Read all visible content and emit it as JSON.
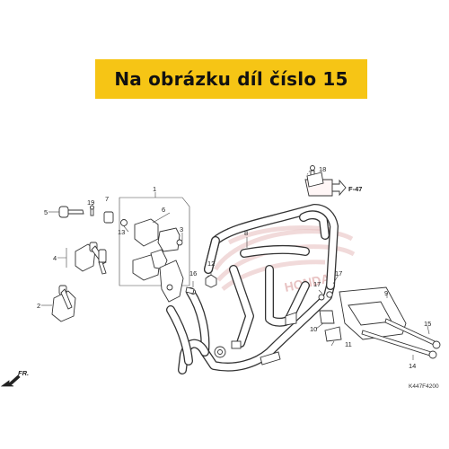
{
  "banner": {
    "text": "Na obrázku díl číslo 15",
    "color": "#f6c515"
  },
  "watermark": {
    "text": "HONDA",
    "color": "#e8c2c2"
  },
  "callouts": {
    "c1": "1",
    "c2": "2",
    "c3": "3",
    "c4": "4",
    "c5": "5",
    "c6": "6",
    "c7": "7",
    "c8": "8",
    "c9": "9",
    "c10": "10",
    "c11": "11",
    "c12": "12",
    "c13": "13",
    "c14": "14",
    "c15": "15",
    "c16": "16",
    "c17a": "17",
    "c17b": "17",
    "c18": "18",
    "c19": "19"
  },
  "reference": "F-47",
  "direction": "FR.",
  "diagram_code": "K447F4200"
}
